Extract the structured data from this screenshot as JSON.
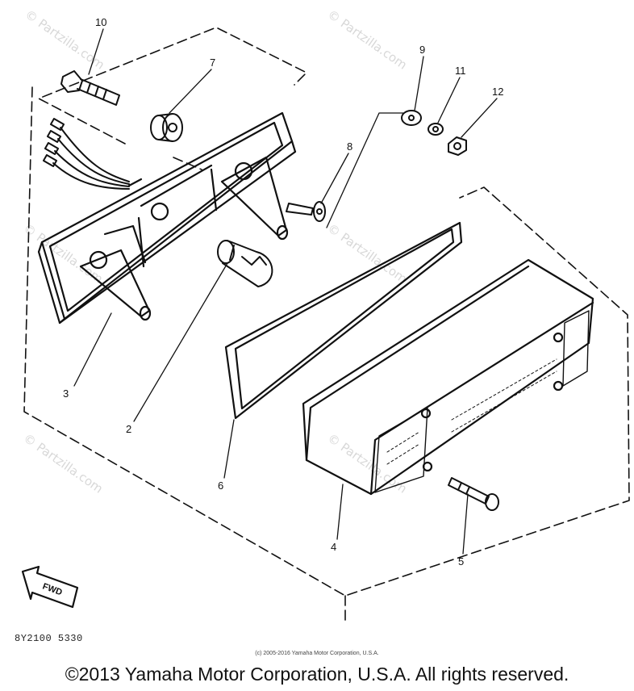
{
  "callouts": {
    "n1": "10",
    "n2": "7",
    "n3": "9",
    "n4": "11",
    "n5": "12",
    "n6": "8",
    "n7": "3",
    "n8": "2",
    "n9": "6",
    "n10": "4",
    "n11": "5"
  },
  "fwd_label": "FWD",
  "watermark_text": "© Partzilla.com",
  "drawing_code": "8Y2100 5330",
  "small_copyright": "(c) 2005-2016 Yamaha Motor Corporation, U.S.A.",
  "main_copyright": "©2013 Yamaha Motor Corporation, U.S.A. All rights reserved."
}
